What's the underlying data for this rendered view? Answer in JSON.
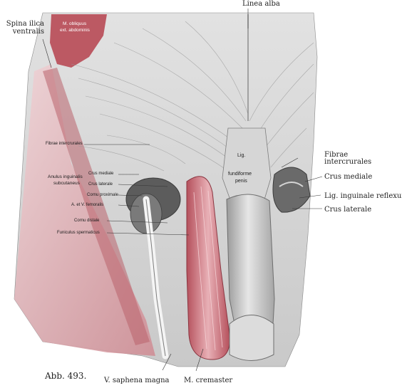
{
  "figure": {
    "caption": "Abb. 493.",
    "colors": {
      "muscle_red": "#b84a55",
      "muscle_light": "#e8b0b6",
      "tendon": "#d8d8d8",
      "shadow": "#6a6a6a"
    }
  },
  "labels": {
    "linea_alba": "Linea alba",
    "spina_line1": "Spina ilica",
    "spina_line2": "ventralis",
    "m_obliquus_line1": "M. obliquus",
    "m_obliquus_line2": "ext. abdominis",
    "fibrae_intercrurales_left": "Fibrae intercrurales",
    "anulus_line1": "Anulus inguinalis",
    "anulus_line2": "subcutaneus",
    "crus_mediale_inner": "Crus mediale",
    "crus_laterale_inner": "Crus laterale",
    "cornu_proximale": "Cornu proximale",
    "a_et_v_femoralis": "A. et V. femoralis",
    "cornu_distale": "Cornu distale",
    "funiculus_spermaticus": "Funiculus spermaticus",
    "lig": "Lig.",
    "fundiforme_line1": "fundiforme",
    "fundiforme_line2": "penis",
    "fibrae_intercrurales_right_line1": "Fibrae",
    "fibrae_intercrurales_right_line2": "intercrurales",
    "crus_mediale_right": "Crus mediale",
    "lig_inguinale_reflexum": "Lig. inguinale reflexum",
    "crus_laterale_right": "Crus laterale",
    "v_saphena_magna": "V. saphena magna",
    "m_cremaster": "M. cremaster"
  }
}
